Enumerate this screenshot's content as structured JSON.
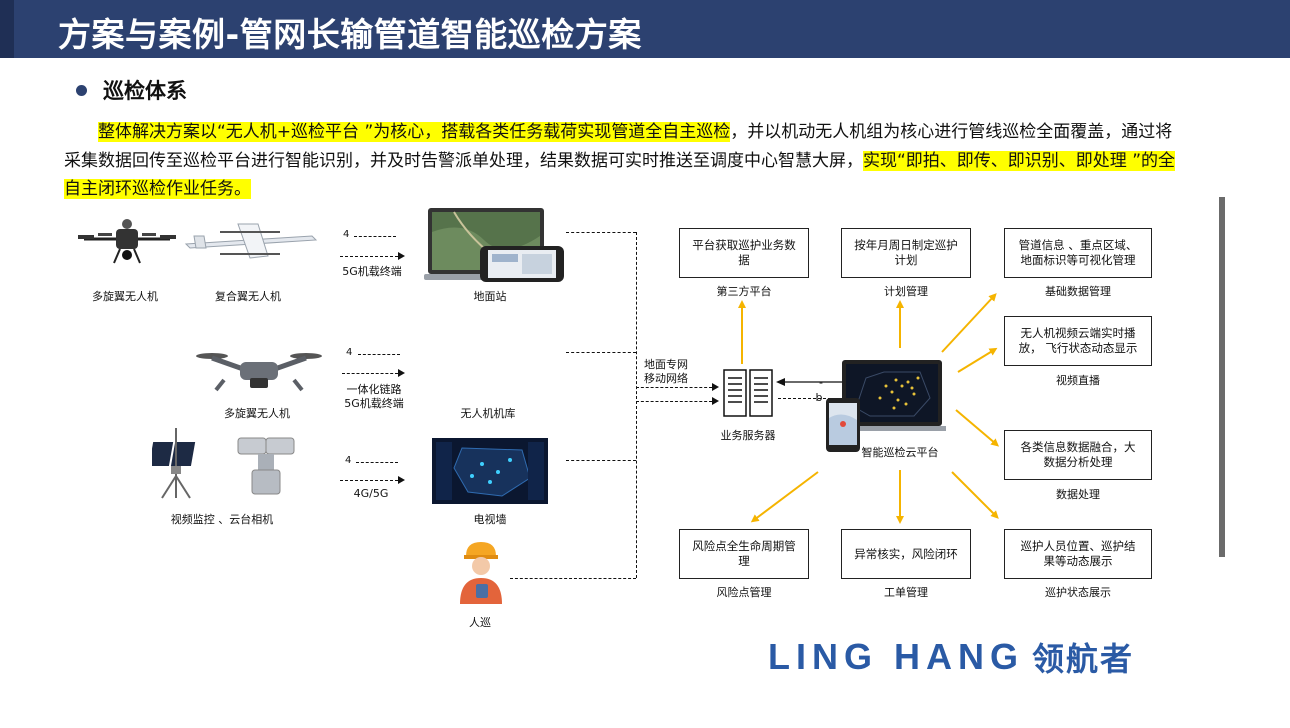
{
  "header": {
    "title": "方案与案例-管网长输管道智能巡检方案"
  },
  "section": {
    "heading": "巡检体系"
  },
  "intro": {
    "indent": "　　",
    "hl1": "整体解决方案以“无人机+巡检平台 ”为核心，搭载各类任务载荷实现管道全自主巡检",
    "plain": "，并以机动无人机组为核心进行管线巡检全面覆盖，通过将采集数据回传至巡检平台进行智能识别，并及时告警派单处理，结果数据可实时推送至调度中心智慧大屏，",
    "hl2": "实现“即拍、即传、即识别、即处理 ”的全自主闭环巡检作业任务。"
  },
  "devices": {
    "multirotor1": "多旋翼无人机",
    "fixedwing": "复合翼无人机",
    "ground_station": "地面站",
    "multirotor2": "多旋翼无人机",
    "dock": "无人机机库",
    "camera": "视频监控 、云台相机",
    "tv_wall": "电视墙",
    "patrol": "人巡"
  },
  "links": {
    "n1": "4",
    "l1": "5G机载终端",
    "n2": "4",
    "l2a": "一体化链路",
    "l2b": "5G机载终端",
    "n3": "4",
    "l3": "4G/5G",
    "network_a": "地面专网",
    "network_b": "移动网络",
    "b": "b",
    "dash_a": "-"
  },
  "server": {
    "label": "业务服务器"
  },
  "platform": {
    "label": "智能巡检云平台"
  },
  "modules": [
    {
      "box": "平台获取巡护业务数据",
      "caption": "第三方平台"
    },
    {
      "box": "按年月周日制定巡护计划",
      "caption": "计划管理"
    },
    {
      "box": "管道信息 、重点区域、地面标识等可视化管理",
      "caption": "基础数据管理"
    },
    {
      "box": "无人机视频云端实时播放， 飞行状态动态显示",
      "caption": "视频直播"
    },
    {
      "box": "各类信息数据融合，大数据分析处理",
      "caption": "数据处理"
    },
    {
      "box": "风险点全生命周期管理",
      "caption": "风险点管理"
    },
    {
      "box": "异常核实，风险闭环",
      "caption": "工单管理"
    },
    {
      "box": "巡护人员位置、巡护结果等动态展示",
      "caption": "巡护状态展示"
    }
  ],
  "logo": {
    "latin": "LING HANG",
    "cn": "领航者"
  },
  "colors": {
    "title_bg": "#2c4170",
    "highlight": "#ffff00",
    "arrow": "#f5b400",
    "logo": "#2a5aa5"
  }
}
